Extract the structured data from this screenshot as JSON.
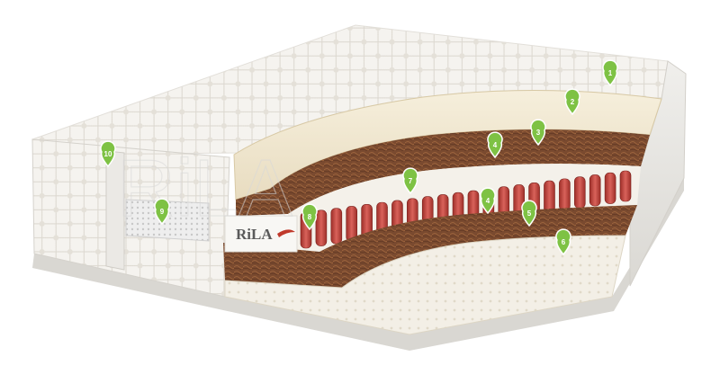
{
  "brand": {
    "logo_text": "RiLA",
    "watermark_text": "RiLA"
  },
  "colors": {
    "background": "#ffffff",
    "quilt": "#f4f2ee",
    "foam": "#f1e7cf",
    "coconut": "#7a4a2f",
    "spring": "#c9483f",
    "latex": "#f2eee5",
    "pin": "#7ec244"
  },
  "markers": [
    {
      "label": "1",
      "icon": "map-pin-icon"
    },
    {
      "label": "2",
      "icon": "map-pin-icon"
    },
    {
      "label": "3",
      "icon": "map-pin-icon"
    },
    {
      "label": "4",
      "icon": "map-pin-icon"
    },
    {
      "label": "4",
      "icon": "map-pin-icon"
    },
    {
      "label": "5",
      "icon": "map-pin-icon"
    },
    {
      "label": "6",
      "icon": "map-pin-icon"
    },
    {
      "label": "7",
      "icon": "map-pin-icon"
    },
    {
      "label": "8",
      "icon": "map-pin-icon"
    },
    {
      "label": "9",
      "icon": "map-pin-icon"
    },
    {
      "label": "10",
      "icon": "map-pin-icon"
    }
  ]
}
